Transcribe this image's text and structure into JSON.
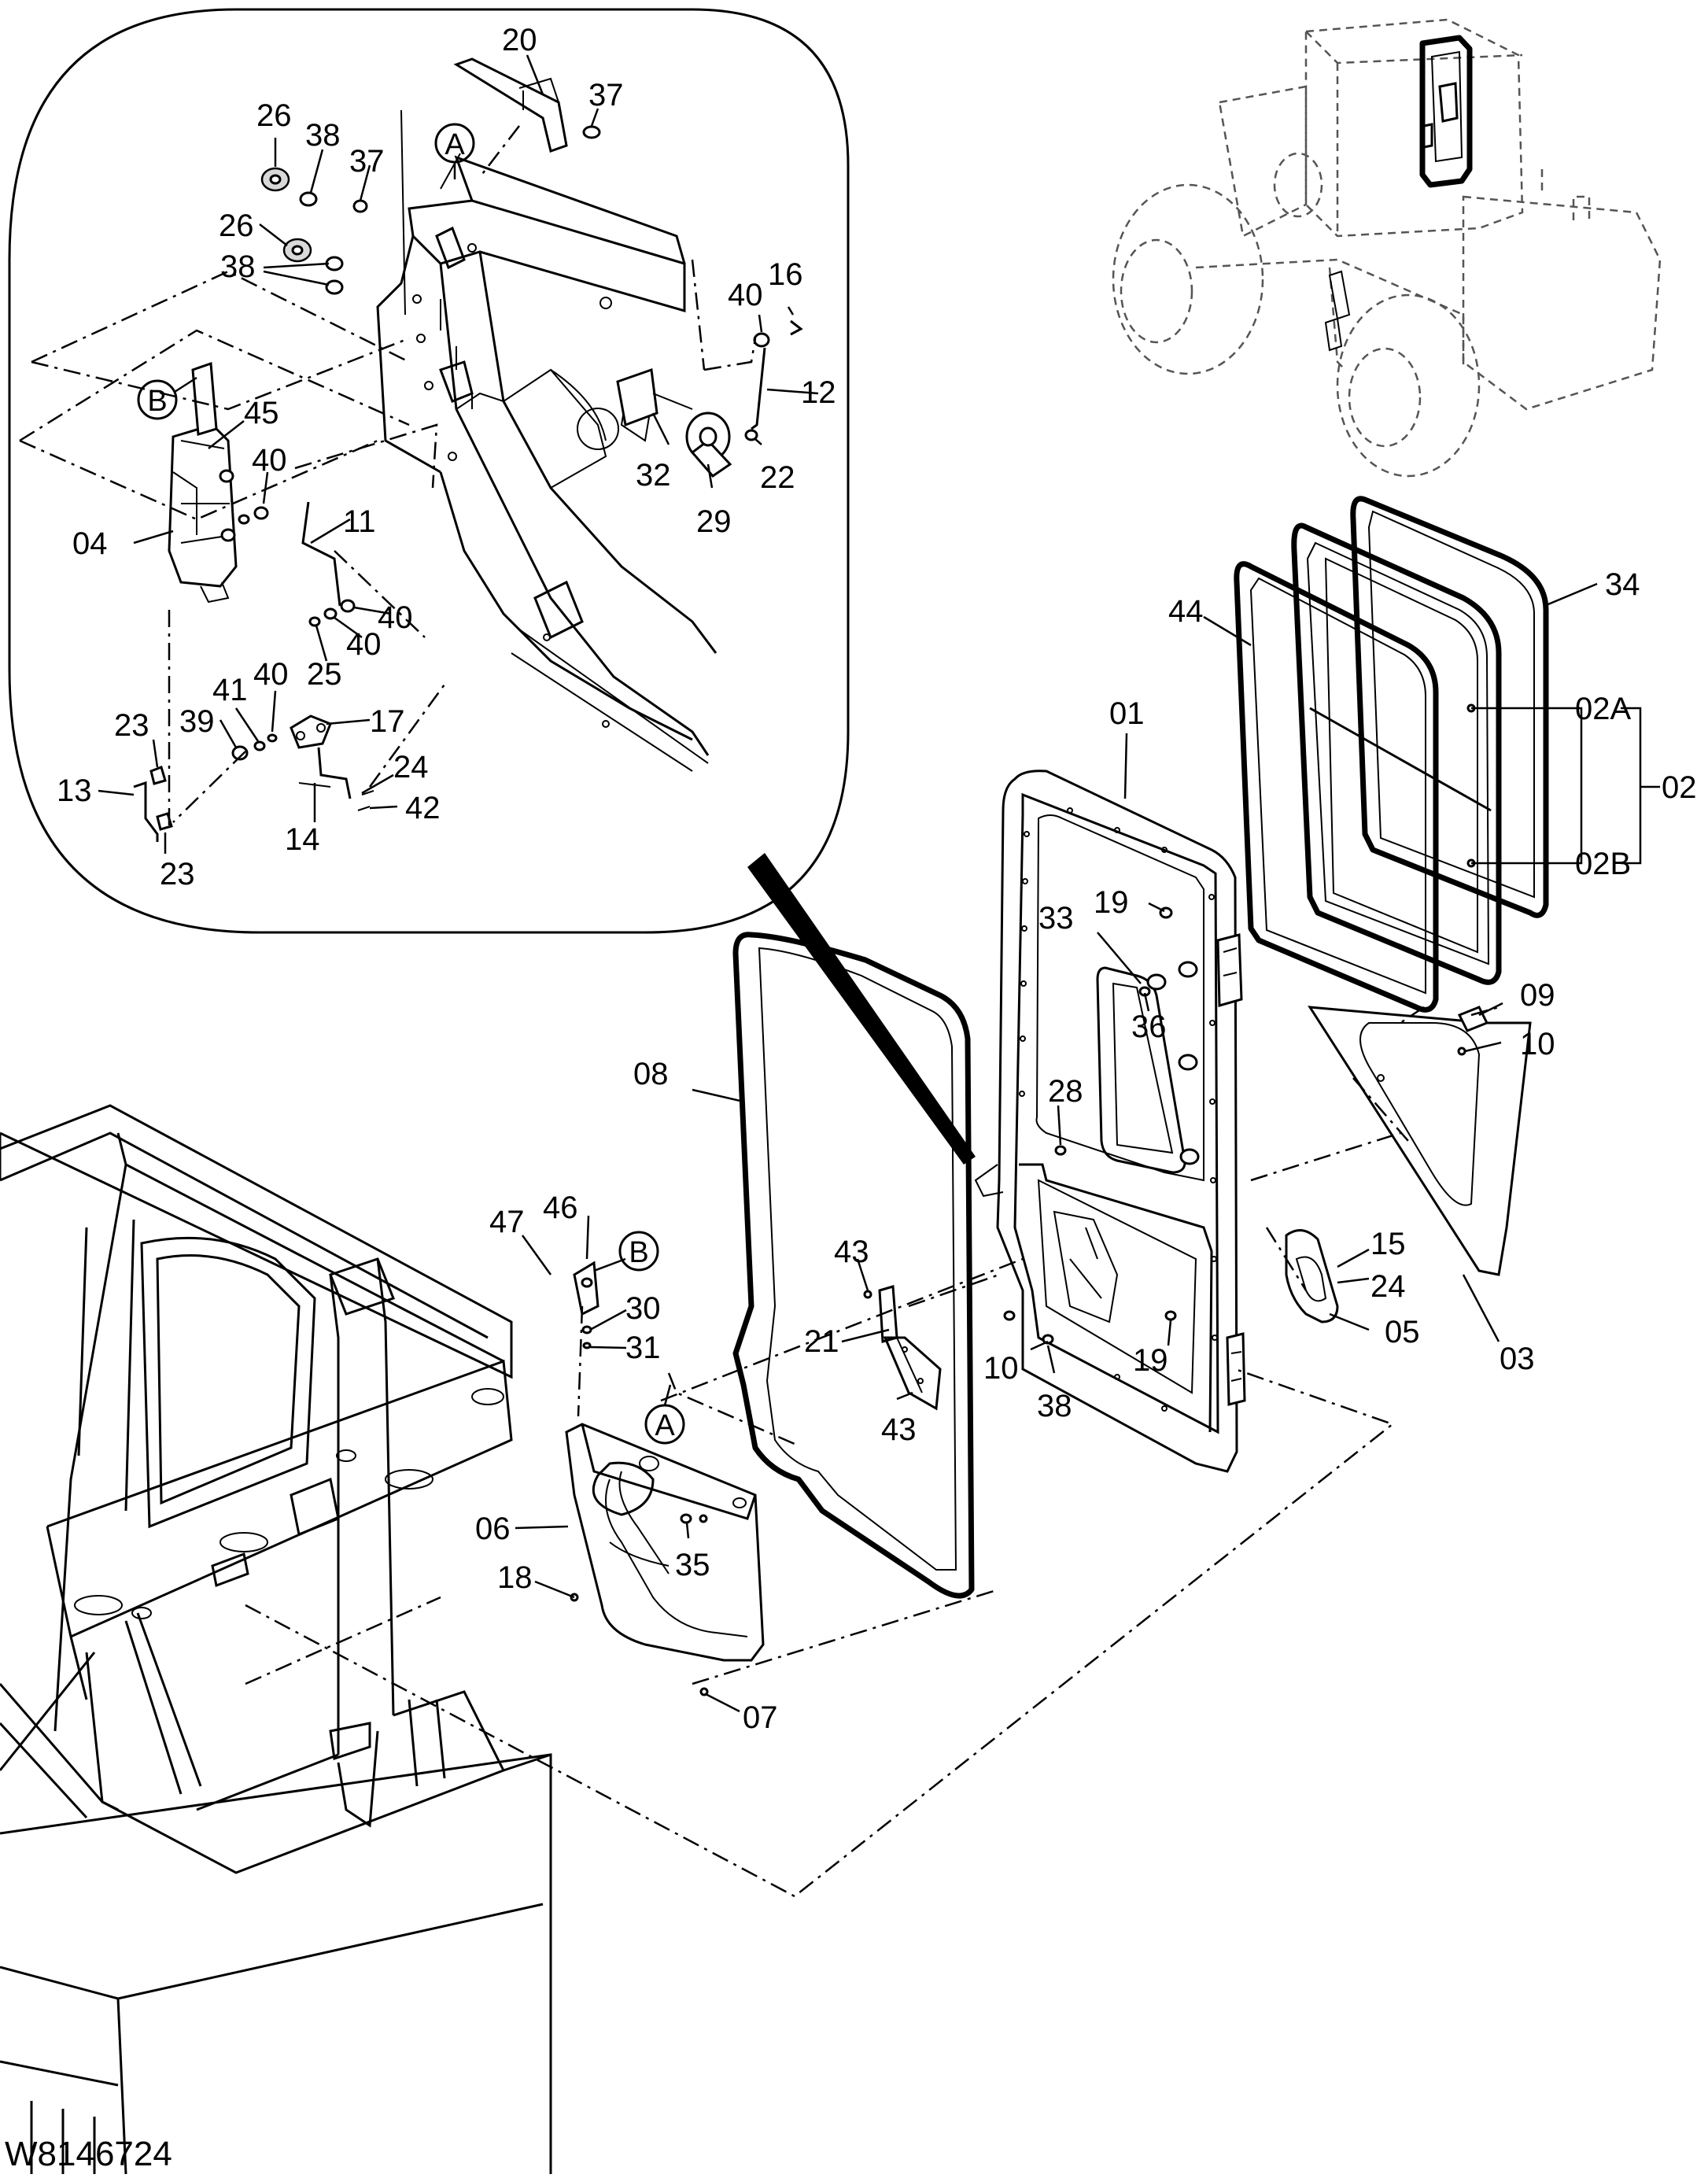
{
  "drawing_id": "W8146724",
  "callouts": {
    "A_detail": "A",
    "B_detail": "B",
    "A_main": "A",
    "B_main": "B"
  },
  "detail_labels": {
    "p20": "20",
    "p37a": "37",
    "p26a": "26",
    "p38a": "38",
    "p37b": "37",
    "p26b": "26",
    "p38b": "38",
    "p16": "16",
    "p40a": "40",
    "p12": "12",
    "p45": "45",
    "p40b": "40",
    "p32": "32",
    "p22": "22",
    "p29": "29",
    "p04": "04",
    "p11": "11",
    "p40c": "40",
    "p40d": "40",
    "p25": "25",
    "p41": "41",
    "p40e": "40",
    "p17": "17",
    "p23a": "23",
    "p39": "39",
    "p24": "24",
    "p13": "13",
    "p42": "42",
    "p14": "14",
    "p23b": "23"
  },
  "main_labels": {
    "p34": "34",
    "p44": "44",
    "p01": "01",
    "p02A": "02A",
    "p02": "02",
    "p02B": "02B",
    "p19a": "19",
    "p33": "33",
    "p08": "08",
    "p36": "36",
    "p09": "09",
    "p10a": "10",
    "p28": "28",
    "p47": "47",
    "p46": "46",
    "p43a": "43",
    "p15": "15",
    "p24": "24",
    "p30": "30",
    "p21": "21",
    "p05": "05",
    "p31": "31",
    "p10b": "10",
    "p19b": "19",
    "p03": "03",
    "p43b": "43",
    "p38": "38",
    "p06": "06",
    "p35": "35",
    "p18": "18",
    "p07": "07"
  }
}
